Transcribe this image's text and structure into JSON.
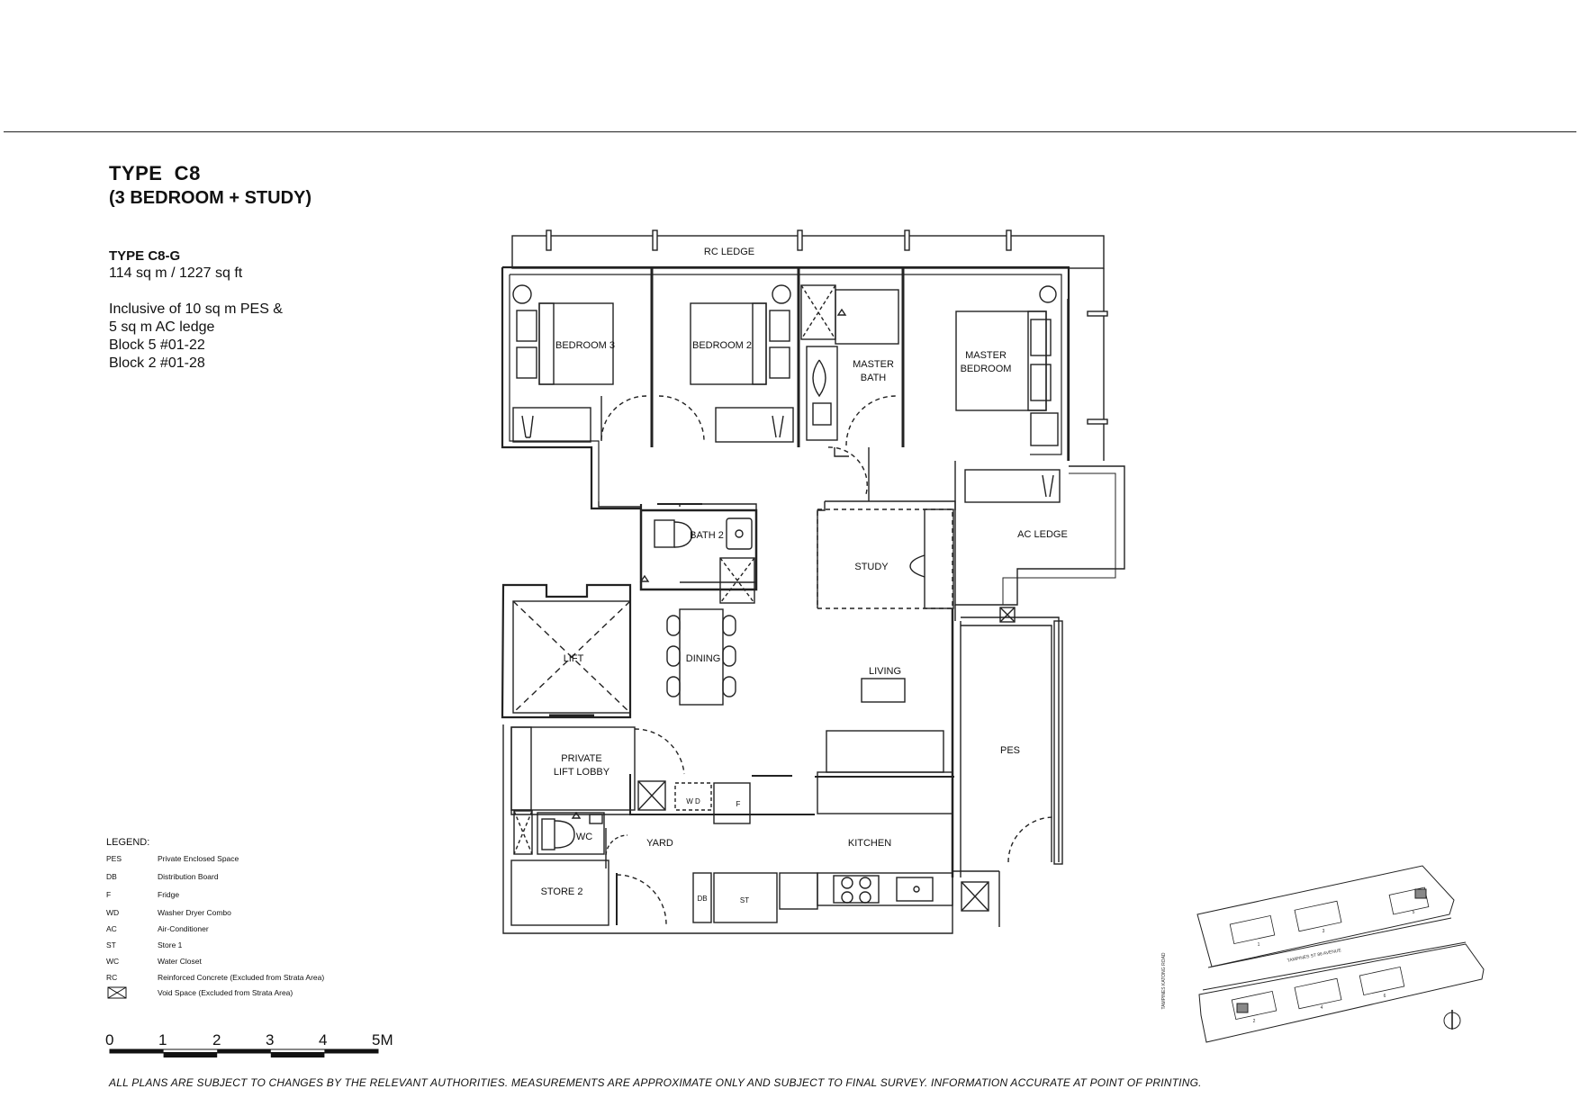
{
  "header": {
    "title": "TYPE  C8",
    "subtitle": "(3 BEDROOM + STUDY)"
  },
  "unit": {
    "type": "TYPE C8-G",
    "area": "114 sq m / 1227 sq ft",
    "lines": [
      "Inclusive of 10 sq m PES &",
      "5 sq m AC ledge",
      "Block 5 #01-22",
      "Block 2 #01-28"
    ]
  },
  "rooms": {
    "rc_ledge": "RC LEDGE",
    "bedroom3": "BEDROOM 3",
    "bedroom2": "BEDROOM 2",
    "master_bath_1": "MASTER",
    "master_bath_2": "BATH",
    "master_bedroom_1": "MASTER",
    "master_bedroom_2": "BEDROOM",
    "bath2": "BATH 2",
    "ac_ledge": "AC LEDGE",
    "study": "STUDY",
    "lift": "LIFT",
    "dining": "DINING",
    "living": "LIVING",
    "private_lift_lobby_1": "PRIVATE",
    "private_lift_lobby_2": "LIFT LOBBY",
    "pes": "PES",
    "wc": "WC",
    "yard": "YARD",
    "kitchen": "KITCHEN",
    "store2": "STORE 2",
    "wd": "W D",
    "fridge": "F",
    "db": "DB",
    "st": "ST"
  },
  "legend": {
    "title": "LEGEND:",
    "items": [
      {
        "abbr": "PES",
        "desc": "Private Enclosed Space"
      },
      {
        "abbr": "DB",
        "desc": "Distribution Board"
      },
      {
        "abbr": "F",
        "desc": "Fridge"
      },
      {
        "abbr": "WD",
        "desc": "Washer Dryer Combo"
      },
      {
        "abbr": "AC",
        "desc": "Air-Conditioner"
      },
      {
        "abbr": "ST",
        "desc": "Store 1"
      },
      {
        "abbr": "WC",
        "desc": "Water Closet"
      },
      {
        "abbr": "RC",
        "desc": "Reinforced Concrete (Excluded from Strata Area)"
      },
      {
        "abbr": "",
        "desc": "Void Space (Excluded from Strata Area)",
        "icon": "void-space-icon"
      }
    ]
  },
  "scale": {
    "labels": [
      "0",
      "1",
      "2",
      "3",
      "4",
      "5M"
    ]
  },
  "site_plan": {
    "road_label": "TAMPINES ST 86 AVENUE",
    "side_road_label": "TAMPINES KATONG ROAD",
    "blocks": [
      "1",
      "3",
      "5",
      "2",
      "4",
      "6"
    ]
  },
  "disclaimer": "ALL PLANS ARE SUBJECT TO CHANGES BY THE RELEVANT AUTHORITIES. MEASUREMENTS ARE APPROXIMATE ONLY AND SUBJECT TO FINAL SURVEY. INFORMATION ACCURATE AT POINT OF PRINTING."
}
